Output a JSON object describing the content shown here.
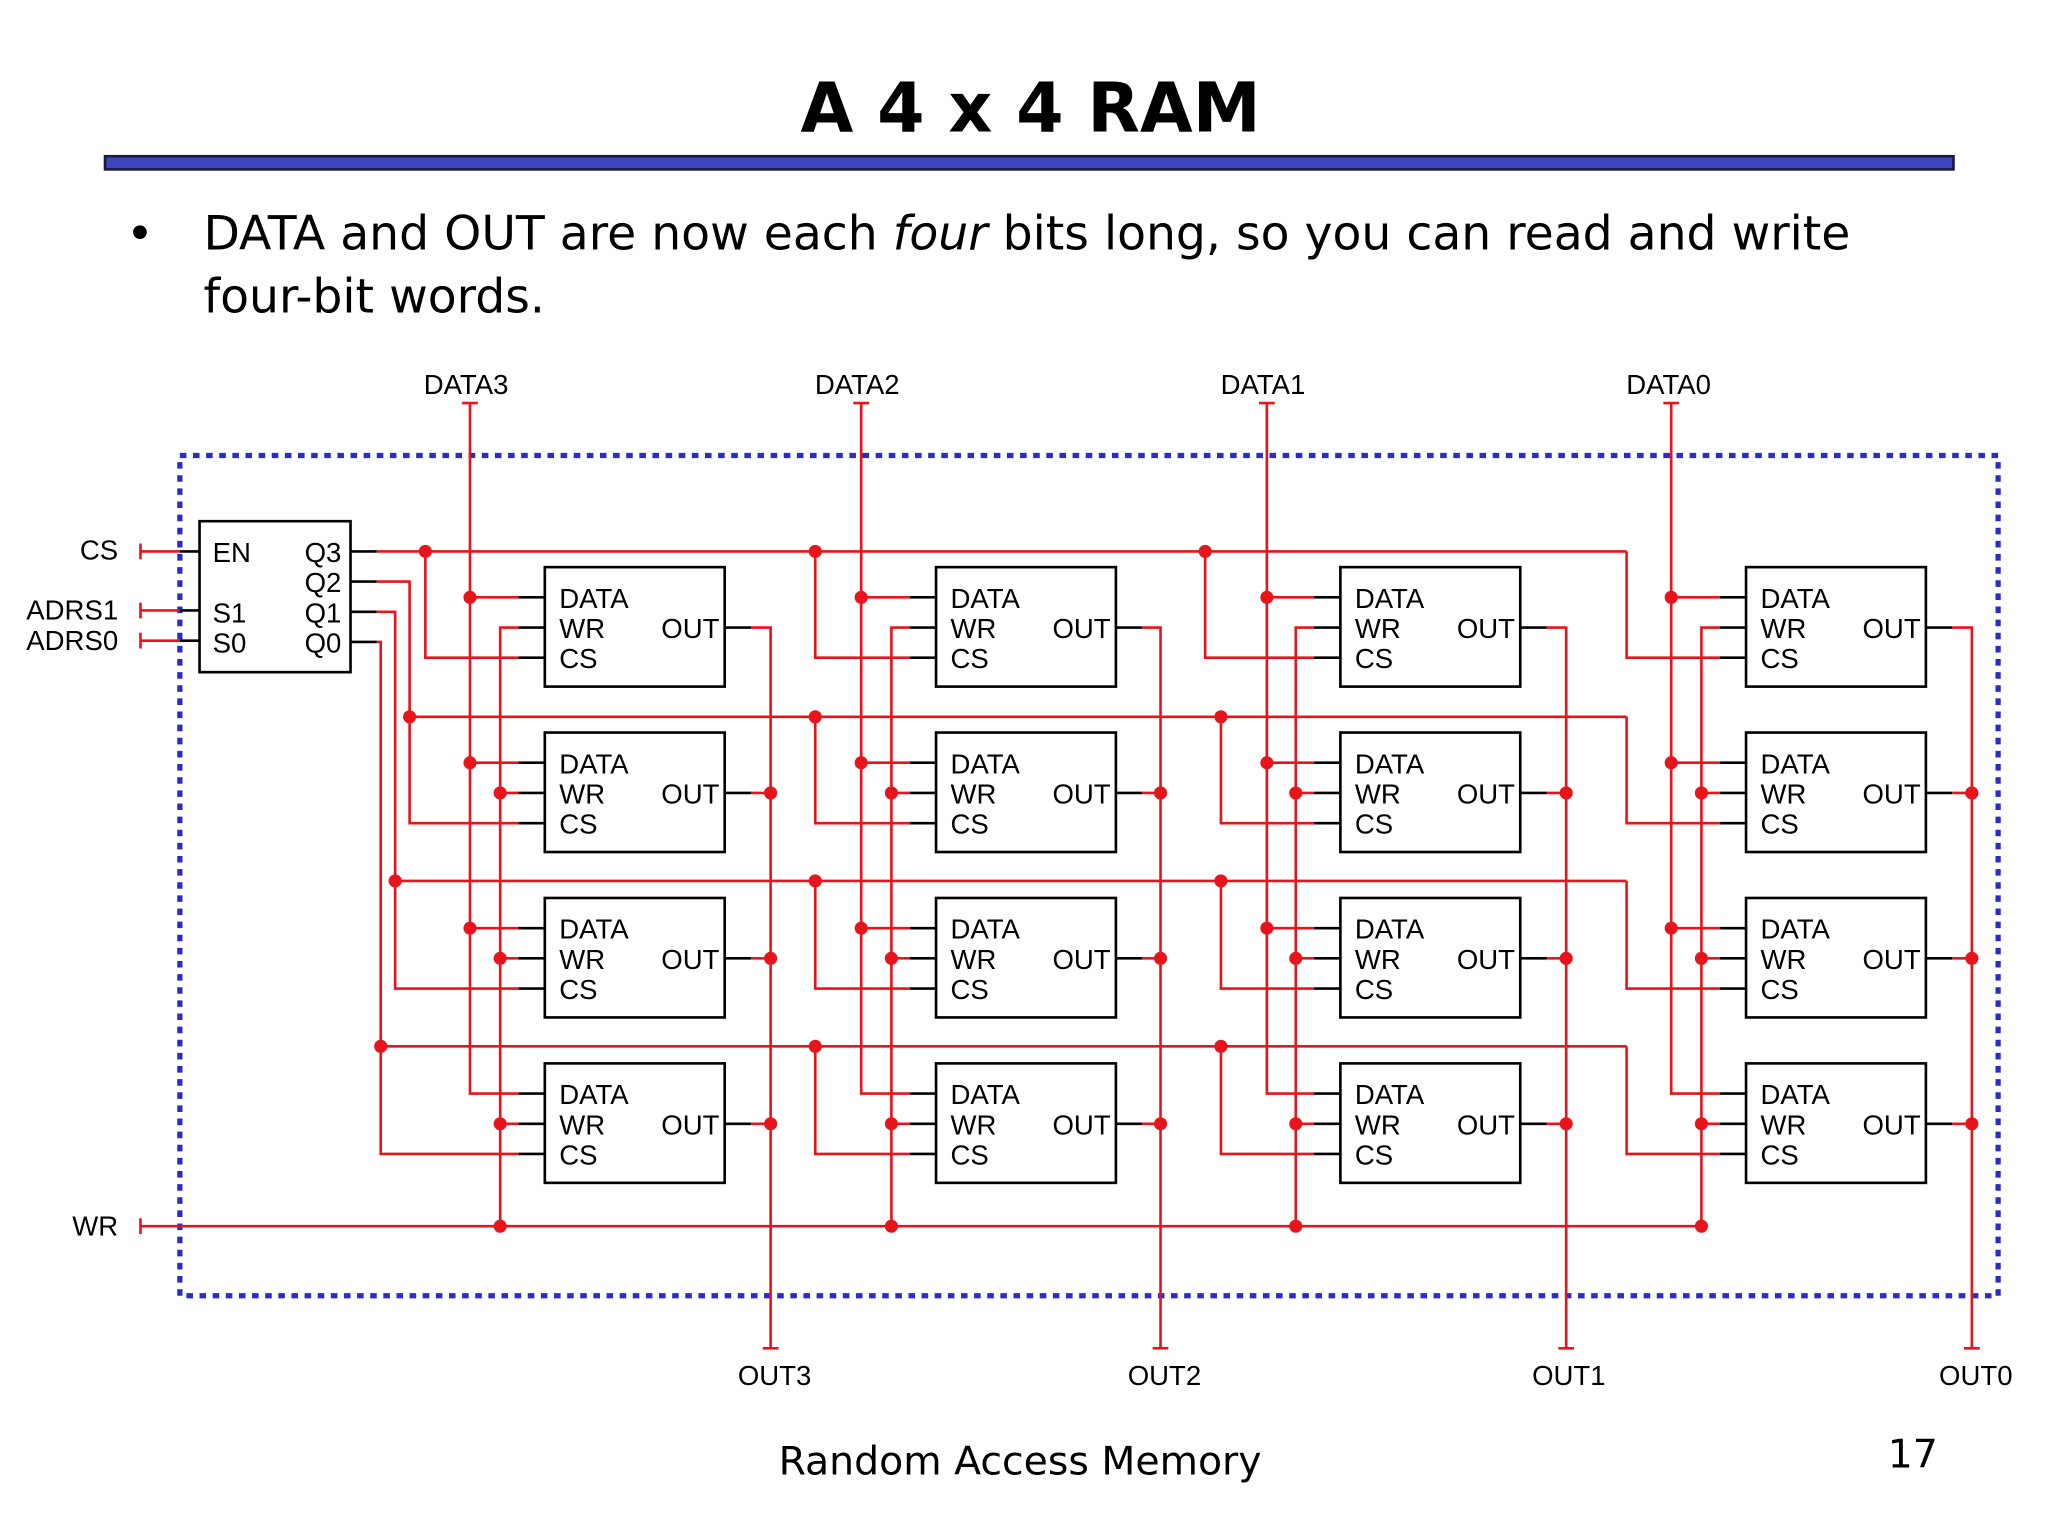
{
  "slide": {
    "title": "A 4 x 4 RAM",
    "bullet_parts": [
      "DATA and OUT are now each ",
      "four",
      " bits long, so you can read and write"
    ],
    "bullet_line2": "four-bit words.",
    "footer": "Random Access Memory",
    "page_number": "17"
  },
  "diagram": {
    "data_inputs": [
      "DATA3",
      "DATA2",
      "DATA1",
      "DATA0"
    ],
    "outputs": [
      "OUT3",
      "OUT2",
      "OUT1",
      "OUT0"
    ],
    "left_inputs": {
      "cs": "CS",
      "adrs1": "ADRS1",
      "adrs0": "ADRS0",
      "wr": "WR"
    },
    "decoder": {
      "en": "EN",
      "s1": "S1",
      "s0": "S0",
      "q3": "Q3",
      "q2": "Q2",
      "q1": "Q1",
      "q0": "Q0"
    },
    "cell_labels": {
      "data": "DATA",
      "wr": "WR",
      "cs": "CS",
      "out": "OUT"
    }
  },
  "colors": {
    "wire": "#e8141c",
    "boundary": "#2b2bc8",
    "title_bar": "#3c46c0"
  }
}
